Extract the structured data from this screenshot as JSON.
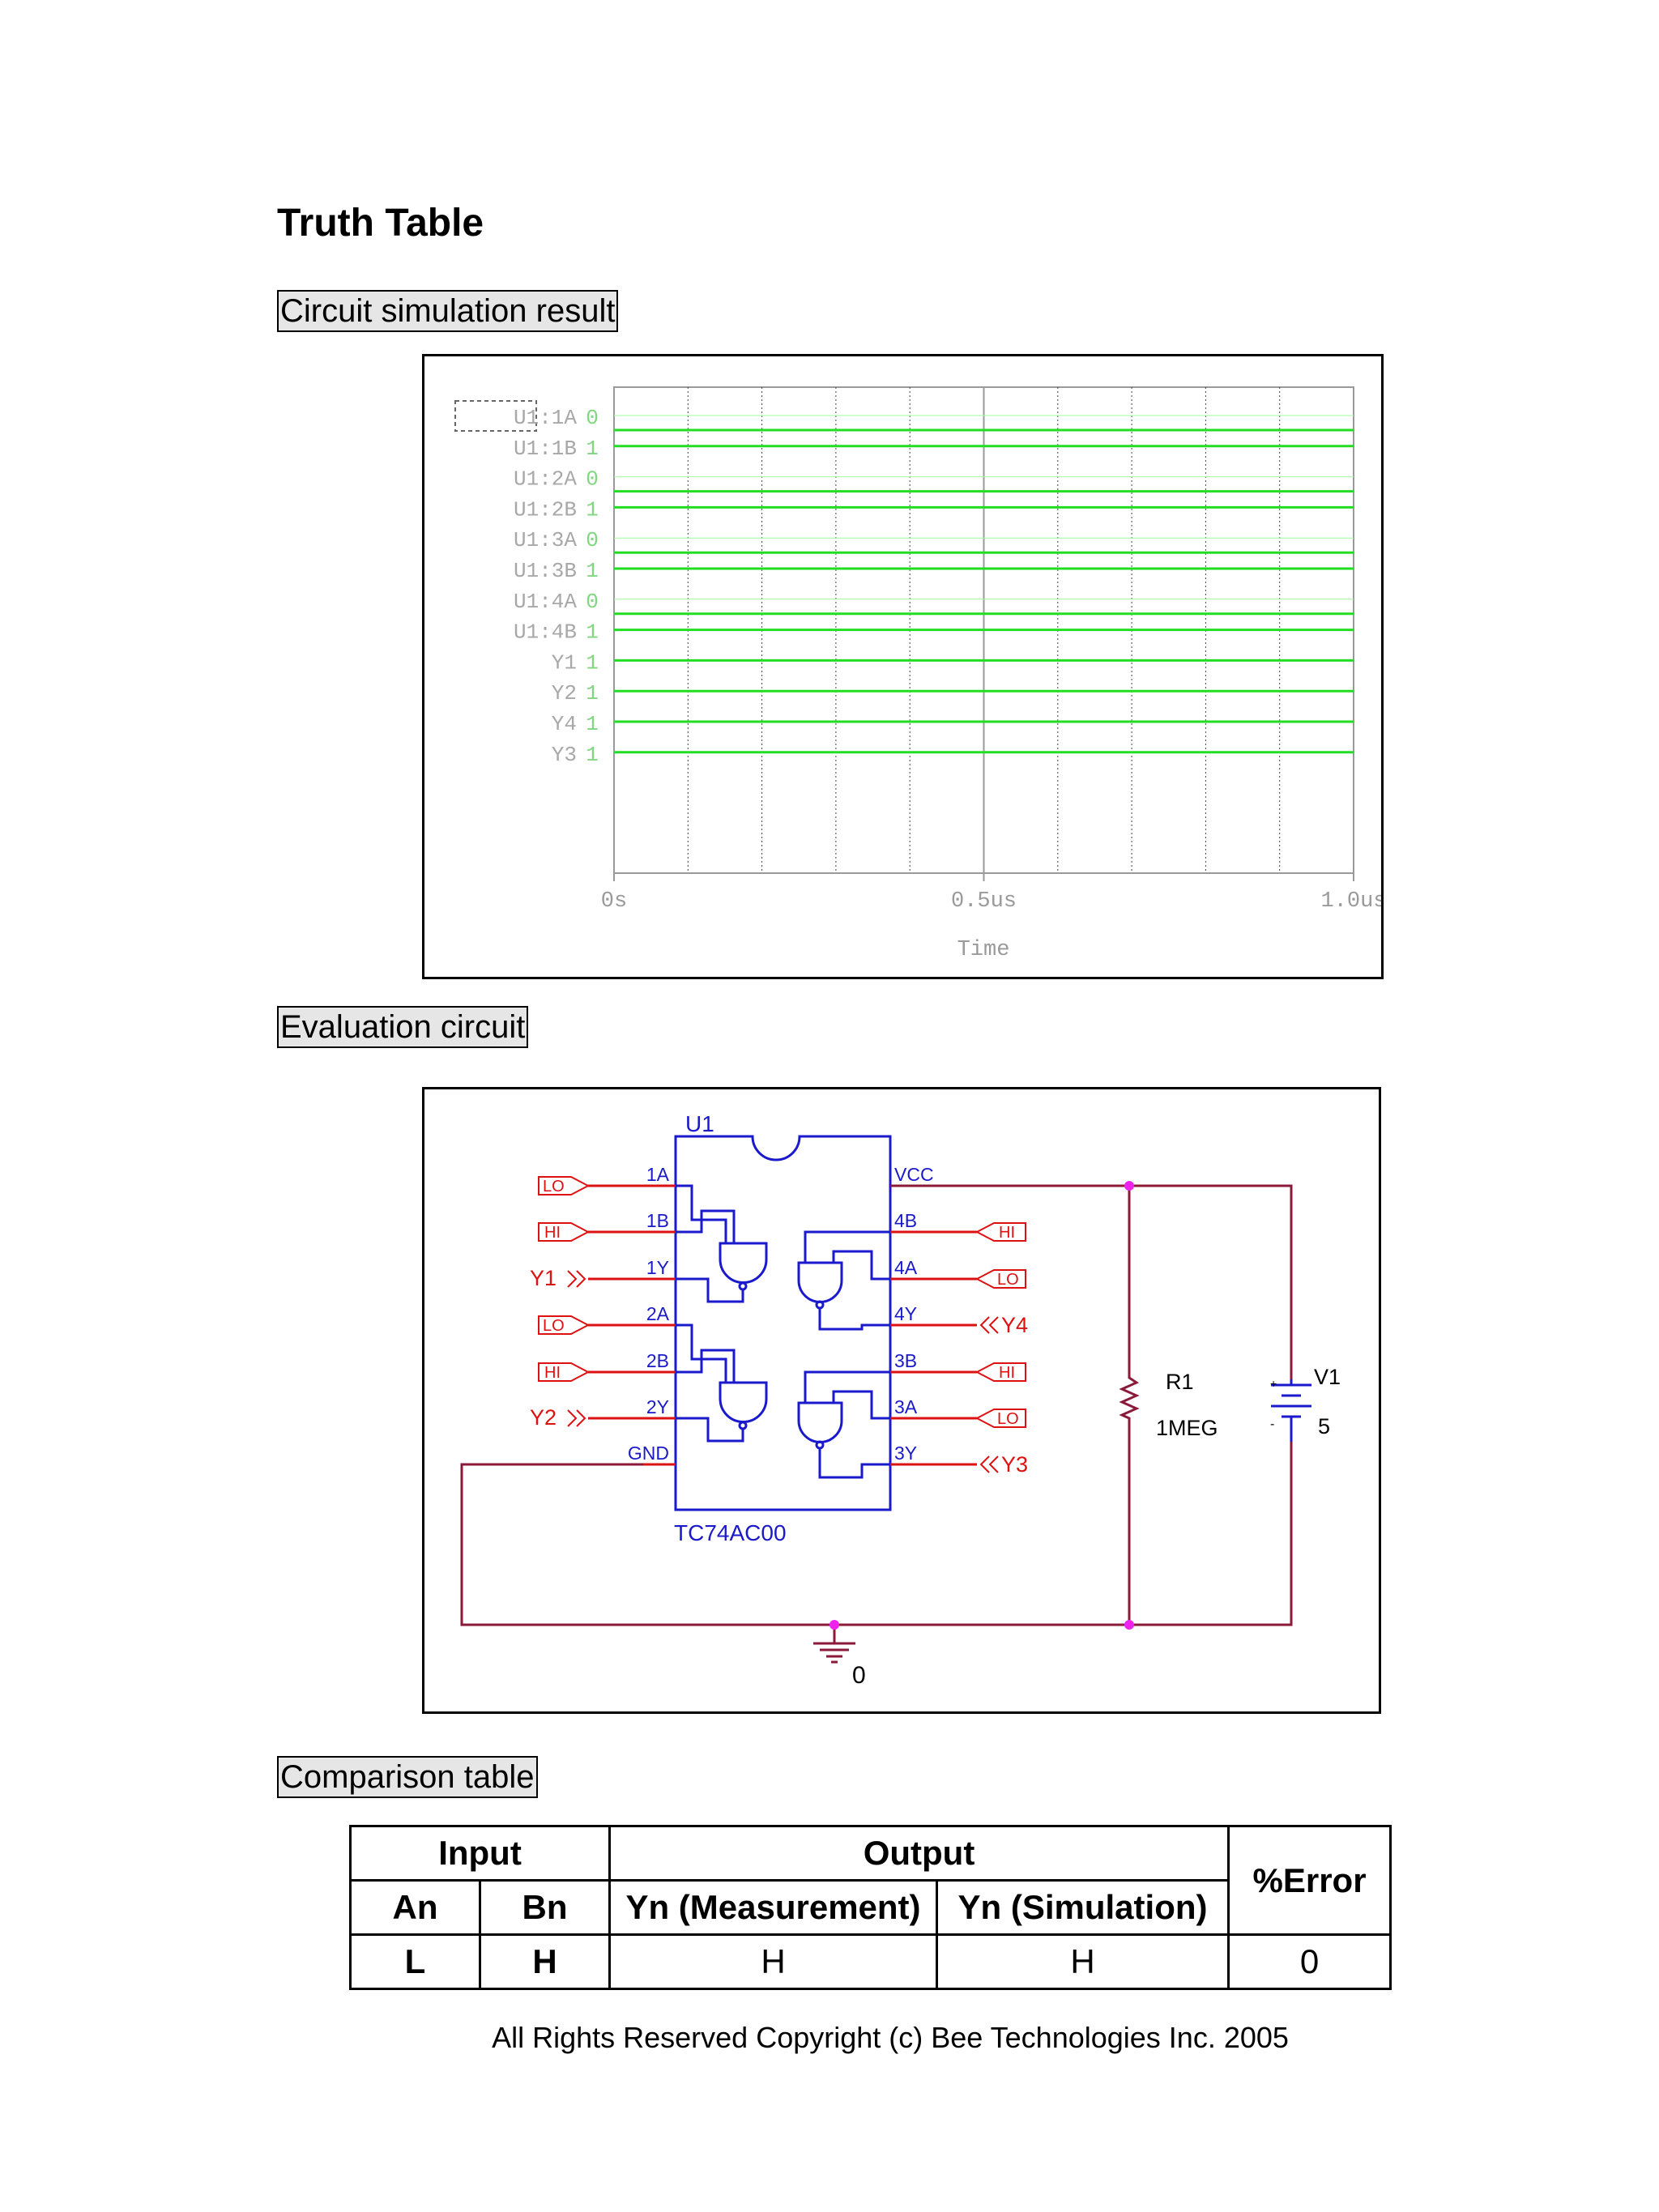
{
  "page": {
    "title": "Truth Table",
    "footer": "All Rights Reserved Copyright (c) Bee Technologies Inc. 2005"
  },
  "sections": {
    "simulation": "Circuit simulation result",
    "evaluation": "Evaluation circuit",
    "comparison": "Comparison table"
  },
  "waveform": {
    "signals": [
      {
        "name": "U1:1A",
        "value": "0"
      },
      {
        "name": "U1:1B",
        "value": "1"
      },
      {
        "name": "U1:2A",
        "value": "0"
      },
      {
        "name": "U1:2B",
        "value": "1"
      },
      {
        "name": "U1:3A",
        "value": "0"
      },
      {
        "name": "U1:3B",
        "value": "1"
      },
      {
        "name": "U1:4A",
        "value": "0"
      },
      {
        "name": "U1:4B",
        "value": "1"
      },
      {
        "name": "Y1",
        "value": "1"
      },
      {
        "name": "Y2",
        "value": "1"
      },
      {
        "name": "Y4",
        "value": "1"
      },
      {
        "name": "Y3",
        "value": "1"
      }
    ],
    "x_ticks": [
      "0s",
      "0.5us",
      "1.0us"
    ],
    "x_label": "Time",
    "trace_color": "#22dd22"
  },
  "circuit": {
    "ic_ref": "U1",
    "ic_part": "TC74AC00",
    "left_pins": [
      "1A",
      "1B",
      "1Y",
      "2A",
      "2B",
      "2Y",
      "GND"
    ],
    "right_pins": [
      "VCC",
      "4B",
      "4A",
      "4Y",
      "3B",
      "3A",
      "3Y"
    ],
    "left_ports": [
      "LO",
      "HI",
      "Y1",
      "LO",
      "HI",
      "Y2"
    ],
    "right_ports": [
      "HI",
      "LO",
      "Y4",
      "HI",
      "LO",
      "Y3"
    ],
    "resistor": {
      "ref": "R1",
      "value": "1MEG"
    },
    "source": {
      "ref": "V1",
      "value": "5"
    },
    "ground": "0",
    "colors": {
      "ic": "#1a1acc",
      "wire": "#8b1a3a",
      "port": "#dd1111",
      "node": "#ee22ee"
    }
  },
  "comparison_table": {
    "group_headers": {
      "input": "Input",
      "output": "Output",
      "error": "%Error"
    },
    "headers": [
      "An",
      "Bn",
      "Yn (Measurement)",
      "Yn (Simulation)"
    ],
    "rows": [
      [
        "L",
        "H",
        "H",
        "H",
        "0"
      ]
    ]
  }
}
